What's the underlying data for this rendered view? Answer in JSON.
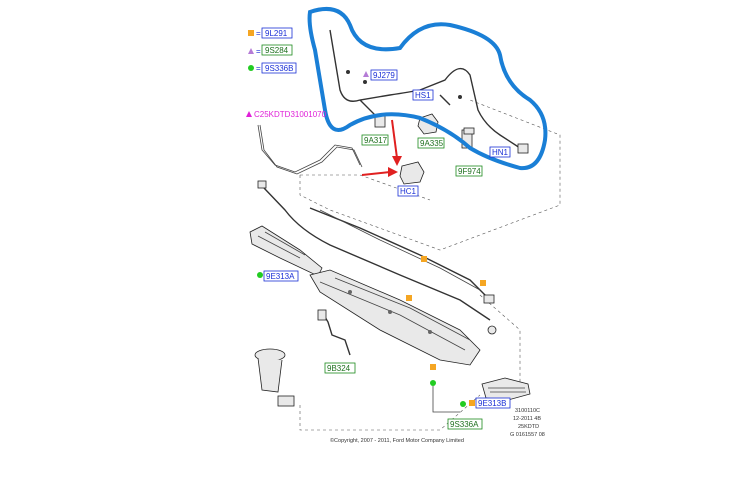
{
  "legend": {
    "items": [
      {
        "code": "9L291",
        "marker": "square",
        "color": "#f5a623"
      },
      {
        "code": "9S284",
        "marker": "triangle",
        "color": "#b57bd6"
      },
      {
        "code": "9S336B",
        "marker": "circle",
        "color": "#22cc22"
      }
    ]
  },
  "callouts": {
    "9J279": "9J279",
    "hs1": "HS1",
    "9a317": "9A317",
    "9a335": "9A335",
    "9f974": "9F974",
    "hn1": "HN1",
    "hc1": "HC1",
    "9e313a": "9E313A",
    "9b324": "9B324",
    "9e313b": "9E313B",
    "9s336a": "9S336A"
  },
  "variant_label": "C25KDTD31001070",
  "ref_block": {
    "line1": "3100110C",
    "line2": "12-2011 4B",
    "line3": "25KDTD",
    "line4": "G 0161557 08"
  },
  "copyright": "©Copyright, 2007 - 2011, Ford Motor Company Limited",
  "colors": {
    "highlight": "#1a7fd6",
    "arrow": "#e02020",
    "label_border_blue": "#1a2fd6",
    "label_border_green": "#1d8a1d"
  }
}
